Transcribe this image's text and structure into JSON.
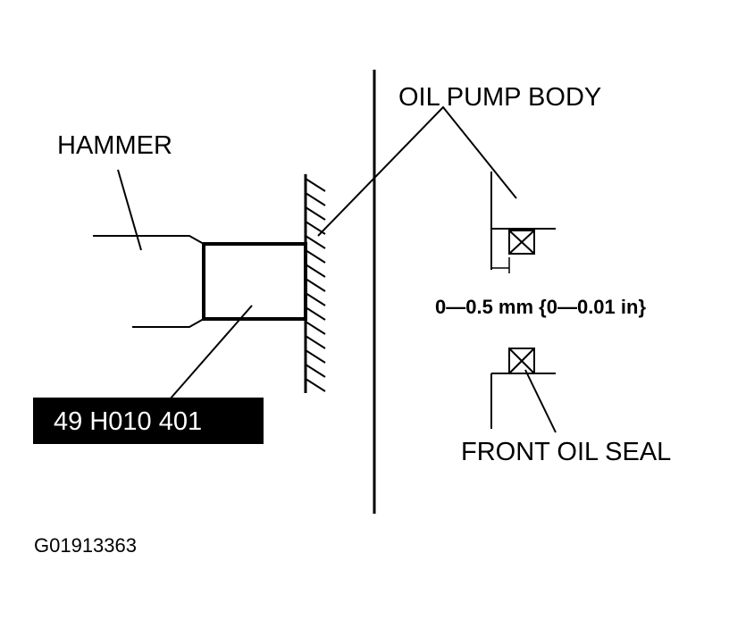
{
  "labels": {
    "oil_pump_body": "OIL PUMP BODY",
    "hammer": "HAMMER",
    "clearance": "0—0.5 mm {0—0.01 in}",
    "front_oil_seal": "FRONT OIL SEAL",
    "tool_number": "49 H010 401",
    "figure_id": "G01913363"
  },
  "colors": {
    "ink": "#000000",
    "background": "#ffffff",
    "tool_label_text": "#ffffff"
  }
}
